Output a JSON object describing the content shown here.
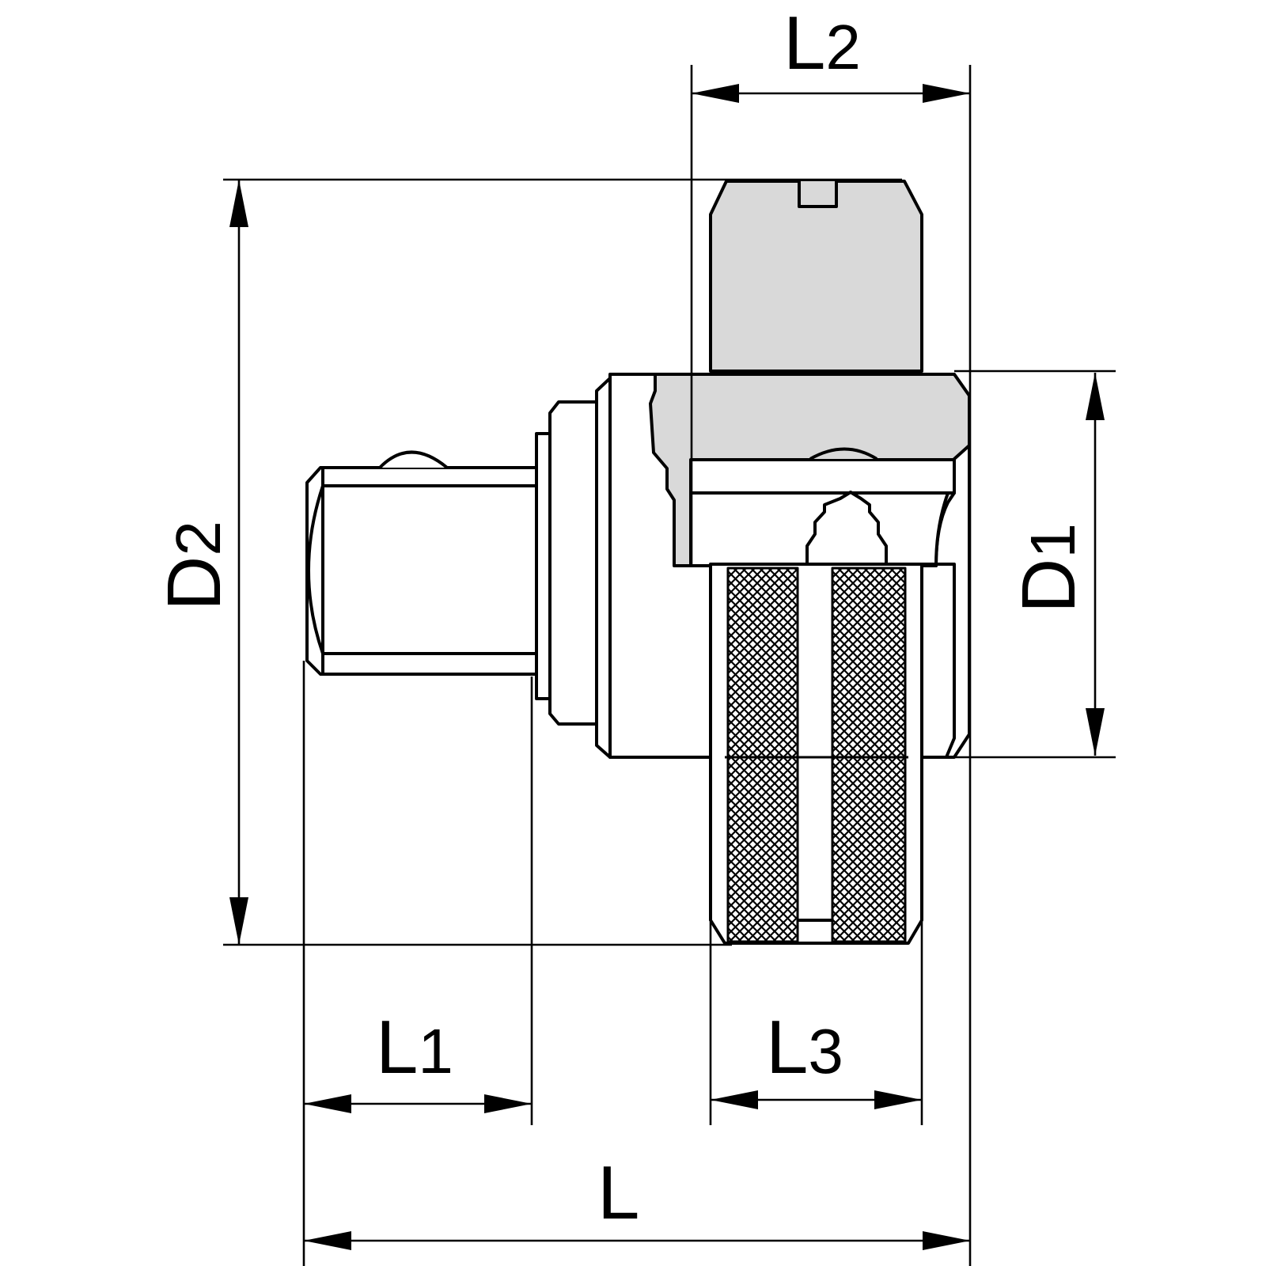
{
  "colors": {
    "line": "#000000",
    "fill_gray": "#d9d9d9",
    "background": "#ffffff"
  },
  "dimensions": {
    "L": "L",
    "L1": {
      "main": "L",
      "sub": "1"
    },
    "L2": {
      "main": "L",
      "sub": "2"
    },
    "L3": {
      "main": "L",
      "sub": "3"
    },
    "D1": {
      "main": "D",
      "sub": "1"
    },
    "D2": {
      "main": "D",
      "sub": "2"
    }
  }
}
